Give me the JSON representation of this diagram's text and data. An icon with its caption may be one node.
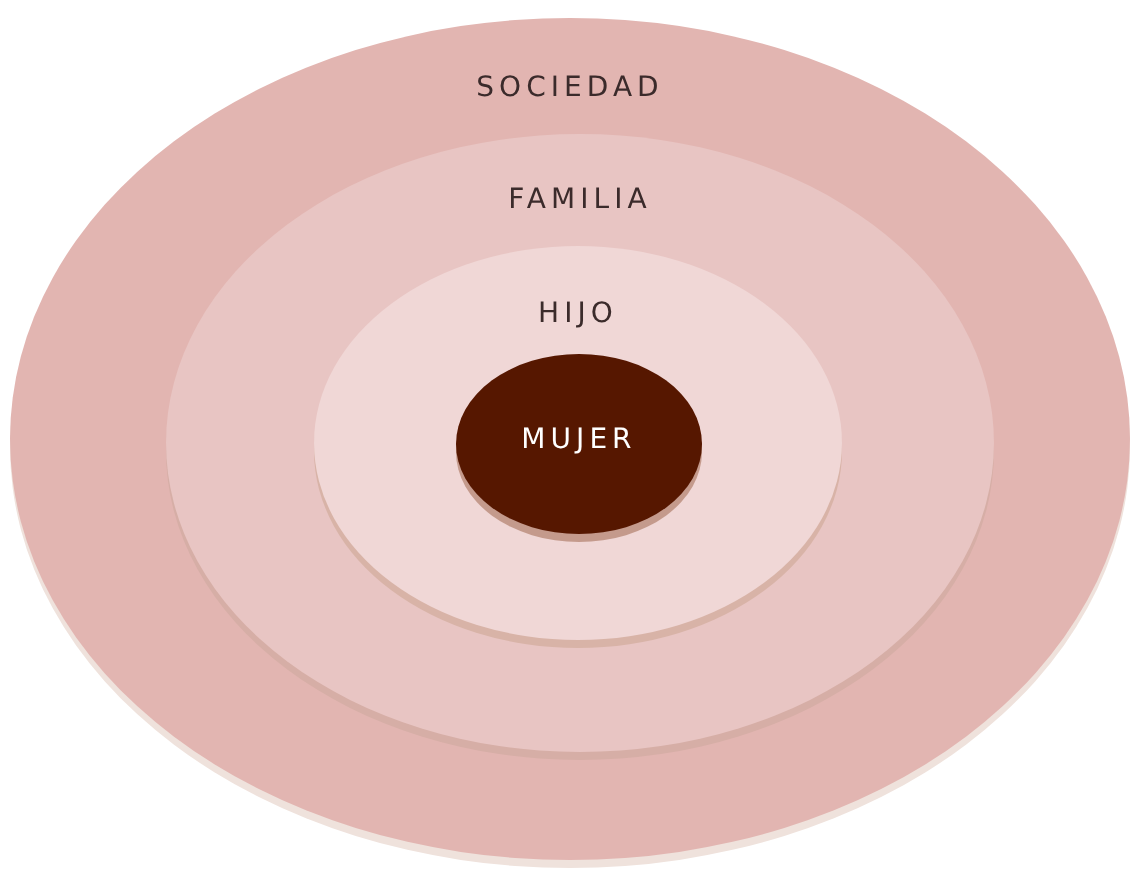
{
  "diagram": {
    "nodes": [
      {
        "text": [
          "SOCIEDAD"
        ]
      },
      {
        "text": [
          "FAMILIA"
        ],
        "in": 0
      },
      {
        "text": [
          "HIJO"
        ],
        "in": 1
      },
      {
        "text": [
          "MUJER"
        ],
        "in": 2
      }
    ]
  }
}
